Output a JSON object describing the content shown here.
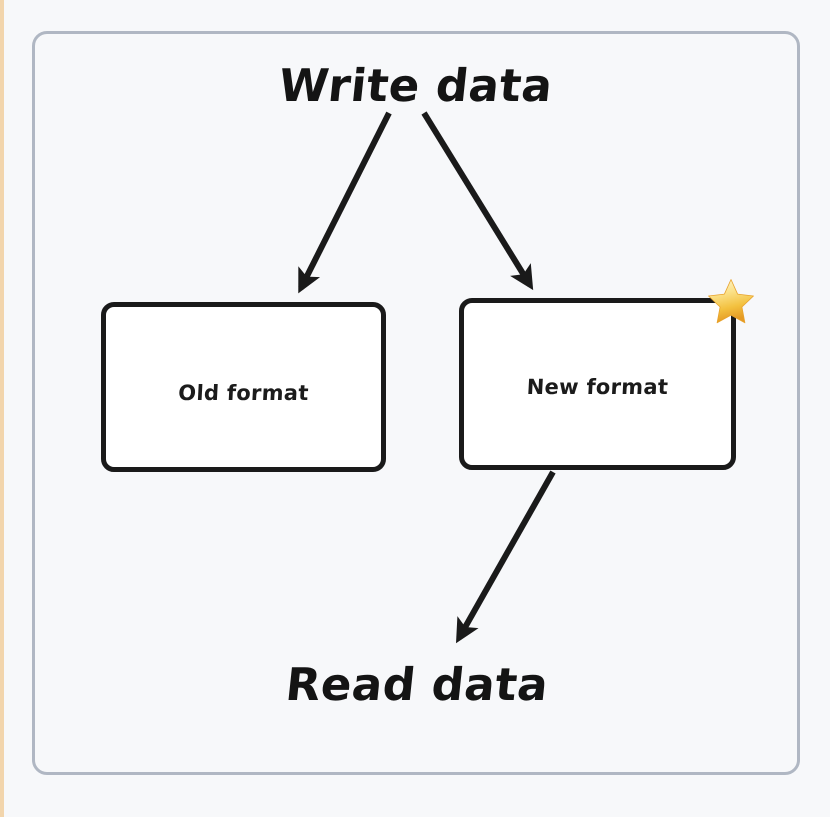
{
  "diagram": {
    "title_top": "Write data",
    "title_bottom": "Read data",
    "nodes": [
      {
        "id": "old",
        "label": "Old format",
        "starred": false
      },
      {
        "id": "new",
        "label": "New format",
        "starred": true
      }
    ],
    "badges": [
      {
        "icon": "star-icon",
        "attached_to": "New format",
        "color": "#f5c033"
      }
    ],
    "edges": [
      {
        "from": "Write data",
        "to": "Old format",
        "style": "solid-arrow"
      },
      {
        "from": "Write data",
        "to": "New format",
        "style": "solid-arrow"
      },
      {
        "from": "New format",
        "to": "Read data",
        "style": "solid-arrow"
      }
    ],
    "colors": {
      "background": "#f7f8fa",
      "frame_border": "#b0b7c3",
      "node_border": "#1a1a1a",
      "node_fill": "#ffffff",
      "arrow": "#1a1a1a",
      "text": "#141414",
      "left_stripe": "#f2d5ac",
      "star_light": "#fdf3c0",
      "star_dark": "#eda733"
    }
  }
}
